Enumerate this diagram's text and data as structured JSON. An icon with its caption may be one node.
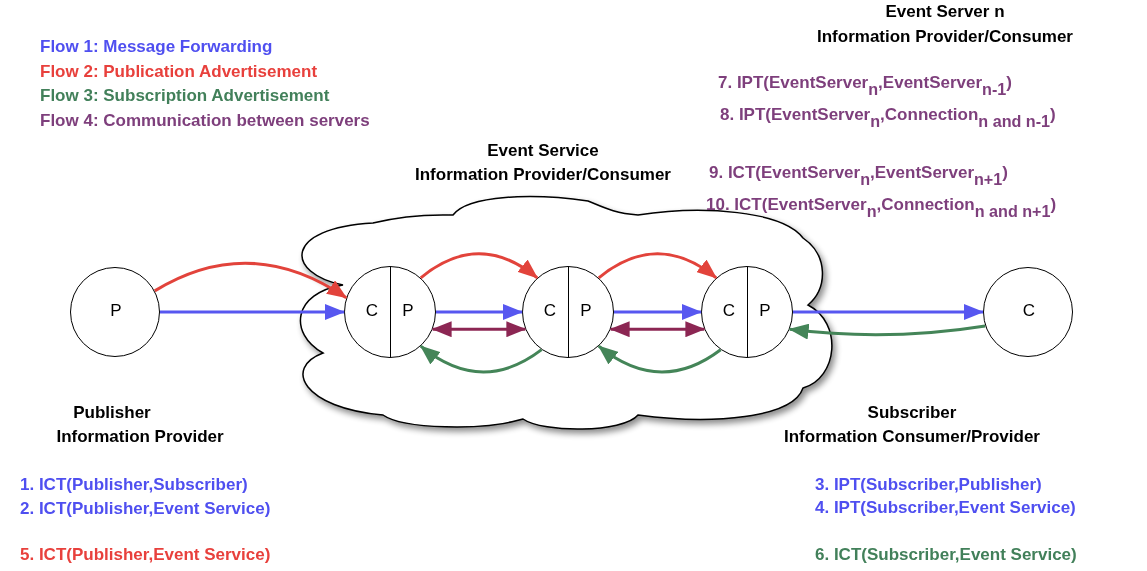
{
  "diagram": {
    "nodes": [
      {
        "text": [
          "P"
        ]
      },
      {
        "text": [],
        "shape": "cloud"
      },
      {
        "text": [
          "C",
          "P"
        ],
        "in": 1
      },
      {
        "text": [
          "C",
          "P"
        ],
        "in": 1
      },
      {
        "text": [
          "C",
          "P"
        ],
        "in": 1
      },
      {
        "text": [
          "C"
        ]
      }
    ],
    "edges": [
      {
        "from": 0,
        "to": 2,
        "arrow": "to",
        "color": "#e2433b"
      },
      {
        "from": 0,
        "to": 2,
        "arrow": "to",
        "color": "#5757f0"
      },
      {
        "from": 2,
        "to": 3,
        "arrow": "to",
        "color": "#e2433b"
      },
      {
        "from": 2,
        "to": 3,
        "arrow": "to",
        "color": "#5757f0"
      },
      {
        "from": 2,
        "to": 3,
        "arrow": "both",
        "color": "#8c2653"
      },
      {
        "from": 3,
        "to": 2,
        "arrow": "to",
        "color": "#448558"
      },
      {
        "from": 3,
        "to": 4,
        "arrow": "to",
        "color": "#e2433b"
      },
      {
        "from": 3,
        "to": 4,
        "arrow": "to",
        "color": "#5757f0"
      },
      {
        "from": 3,
        "to": 4,
        "arrow": "both",
        "color": "#8c2653"
      },
      {
        "from": 4,
        "to": 3,
        "arrow": "to",
        "color": "#448558"
      },
      {
        "from": 4,
        "to": 5,
        "arrow": "to",
        "color": "#5757f0"
      },
      {
        "from": 5,
        "to": 4,
        "arrow": "to",
        "color": "#448558"
      }
    ],
    "labels": [
      "Event Server n",
      "Information Provider/Consumer",
      "7. IPT(EventServer$_{n}$,EventServer$_{n-1}$)",
      "8. IPT(EventServer$_{n}$,Connection$_{n and n-1}$)",
      "Event Service",
      "Information Provider/Consumer",
      "9. ICT(EventServer$_{n}$,EventServer$_{n+1}$)",
      "10. ICT(EventServer$_{n}$,Connection$_{n and n+1}$)",
      "Publisher",
      "Information Provider",
      "Subscriber",
      "Information Consumer/Provider",
      "1. ICT(Publisher,Subscriber)",
      "3. IPT(Subscriber,Publisher)",
      "2. ICT(Publisher,Event Service)",
      "4. IPT(Subscriber,Event Service)",
      "5. ICT(Publisher,Event Service)",
      "6. ICT(Subscriber,Event Service)"
    ],
    "legend": [
      {
        "text": "Flow 1: Message Forwarding",
        "color": "#4f4ff0"
      },
      {
        "text": "Flow 2: Publication Advertisement",
        "color": "#e8403c"
      },
      {
        "text": "Flow 3: Subscription Advertisement",
        "color": "#42805a"
      },
      {
        "text": "Flow 4: Communication between servers",
        "color": "#7e3f7c"
      }
    ]
  }
}
